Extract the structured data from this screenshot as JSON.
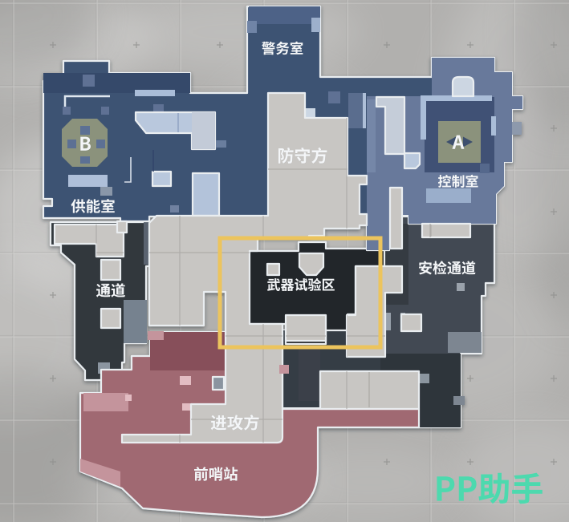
{
  "map": {
    "title_labels": {
      "police_office": "警务室",
      "defenders": "防守方",
      "control_room": "控制室",
      "power_room": "供能室",
      "passage": "通道",
      "weapon_test_area": "武器试验区",
      "security_channel": "安检通道",
      "attackers": "进攻方",
      "outpost": "前哨站"
    },
    "sites": {
      "a": "A",
      "b": "B"
    },
    "highlight": {
      "region": "武器试验区",
      "color": "#ecc45d"
    },
    "colors": {
      "defender_zone": "#3e5273",
      "attacker_zone": "#a06972",
      "neutral_zone": "#31373e",
      "background": "#b1b0ae",
      "site_pad": "#8b927b",
      "outline": "#e9edf0"
    }
  },
  "watermark": {
    "text": "PP助手",
    "color": "#4dd9ae"
  }
}
